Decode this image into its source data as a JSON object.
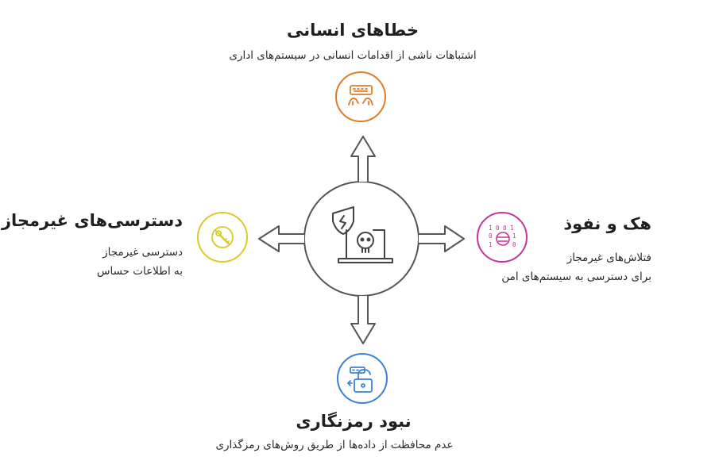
{
  "nodes": {
    "top": {
      "title": "خطاهای انسانی",
      "desc": "اشتباهات ناشی از اقدامات انسانی در سیستم‌های اداری",
      "color": "#e07b24",
      "icon": "typing-hands-icon"
    },
    "right": {
      "title": "هک و نفوذ",
      "desc1": "فتلاش‌های غیرمجاز",
      "desc2": "برای دسترسی به سیستم‌های امن",
      "color": "#c4359a",
      "icon": "binary-hacker-icon"
    },
    "bottom": {
      "title": "نبود رمزنگاری",
      "desc": "عدم محافظت از داده‌ها از طریق روش‌های رمزگذاری",
      "color": "#3b82d6",
      "icon": "unlocked-padlock-icon"
    },
    "left": {
      "title": "دسترسی‌های غیرمجاز",
      "desc1": "دسترسی غیرمجاز",
      "desc2": "به اطلاعات  حساس",
      "color": "#d9cc2a",
      "icon": "forbidden-key-icon"
    }
  },
  "center": {
    "icon": "security-breach-laptop-icon",
    "color": "#444444"
  }
}
